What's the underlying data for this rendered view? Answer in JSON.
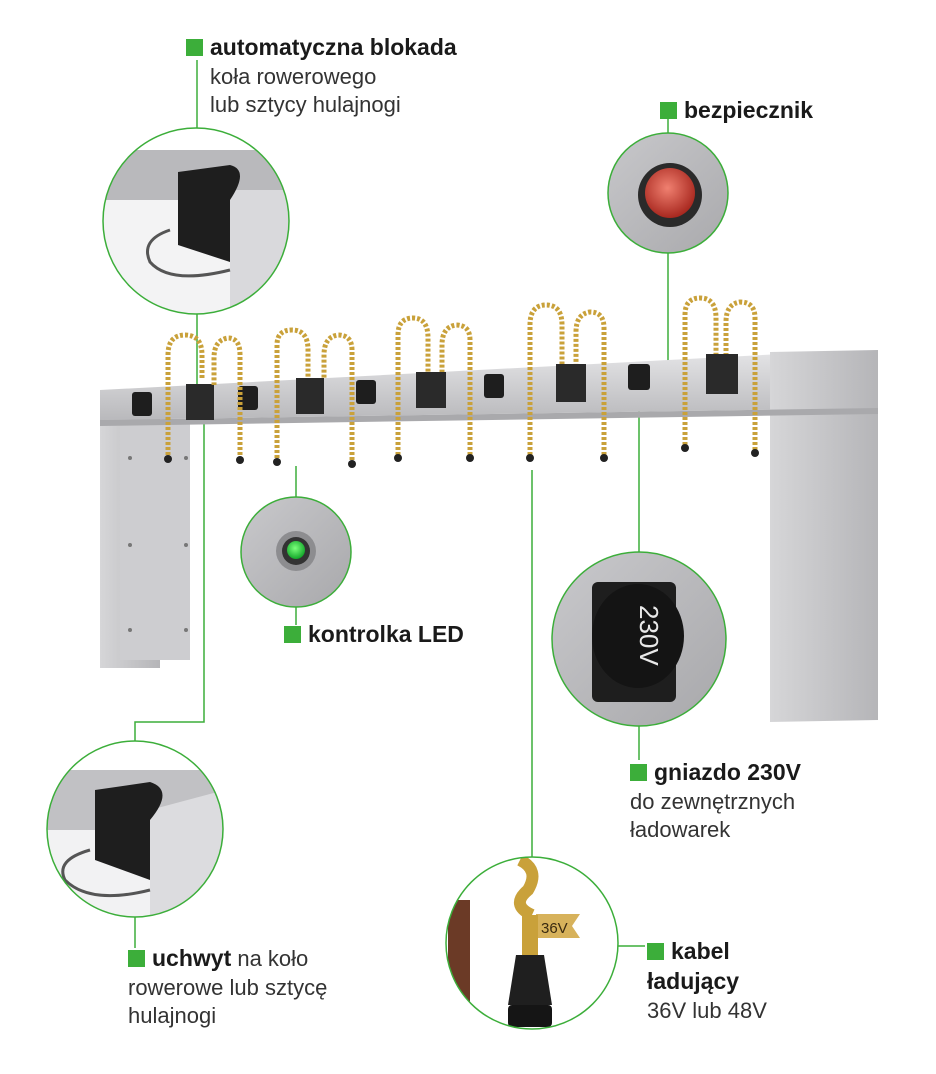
{
  "colors": {
    "accent_green": "#3cae3a",
    "frame_grey": "#c9c9cb",
    "cable_gold": "#c9a13a",
    "socket_black": "#1e1e1e",
    "fuse_red": "#c0392b",
    "led_green": "#22c23a"
  },
  "labels": {
    "lock": {
      "title": "automatyczna blokada",
      "desc1": "koła rowerowego",
      "desc2": "lub sztycy hulajnogi"
    },
    "fuse": {
      "title": "bezpiecznik"
    },
    "led": {
      "title": "kontrolka LED"
    },
    "socket": {
      "title": "gniazdo 230V",
      "desc1": "do zewnętrznych",
      "desc2": "ładowarek"
    },
    "holder": {
      "title_bold": "uchwyt",
      "title_rest": " na koło",
      "desc1": "rowerowe lub sztycę",
      "desc2": "hulajnogi"
    },
    "cable": {
      "title1": "kabel",
      "title2": "ładujący",
      "desc": "36V lub 48V"
    }
  },
  "zoom_texts": {
    "socket_voltage": "230V",
    "cable_tag": "36V"
  },
  "icons": [
    "lock-detail-icon",
    "fuse-icon",
    "led-icon",
    "socket-icon",
    "holder-detail-icon",
    "cable-plug-icon"
  ]
}
